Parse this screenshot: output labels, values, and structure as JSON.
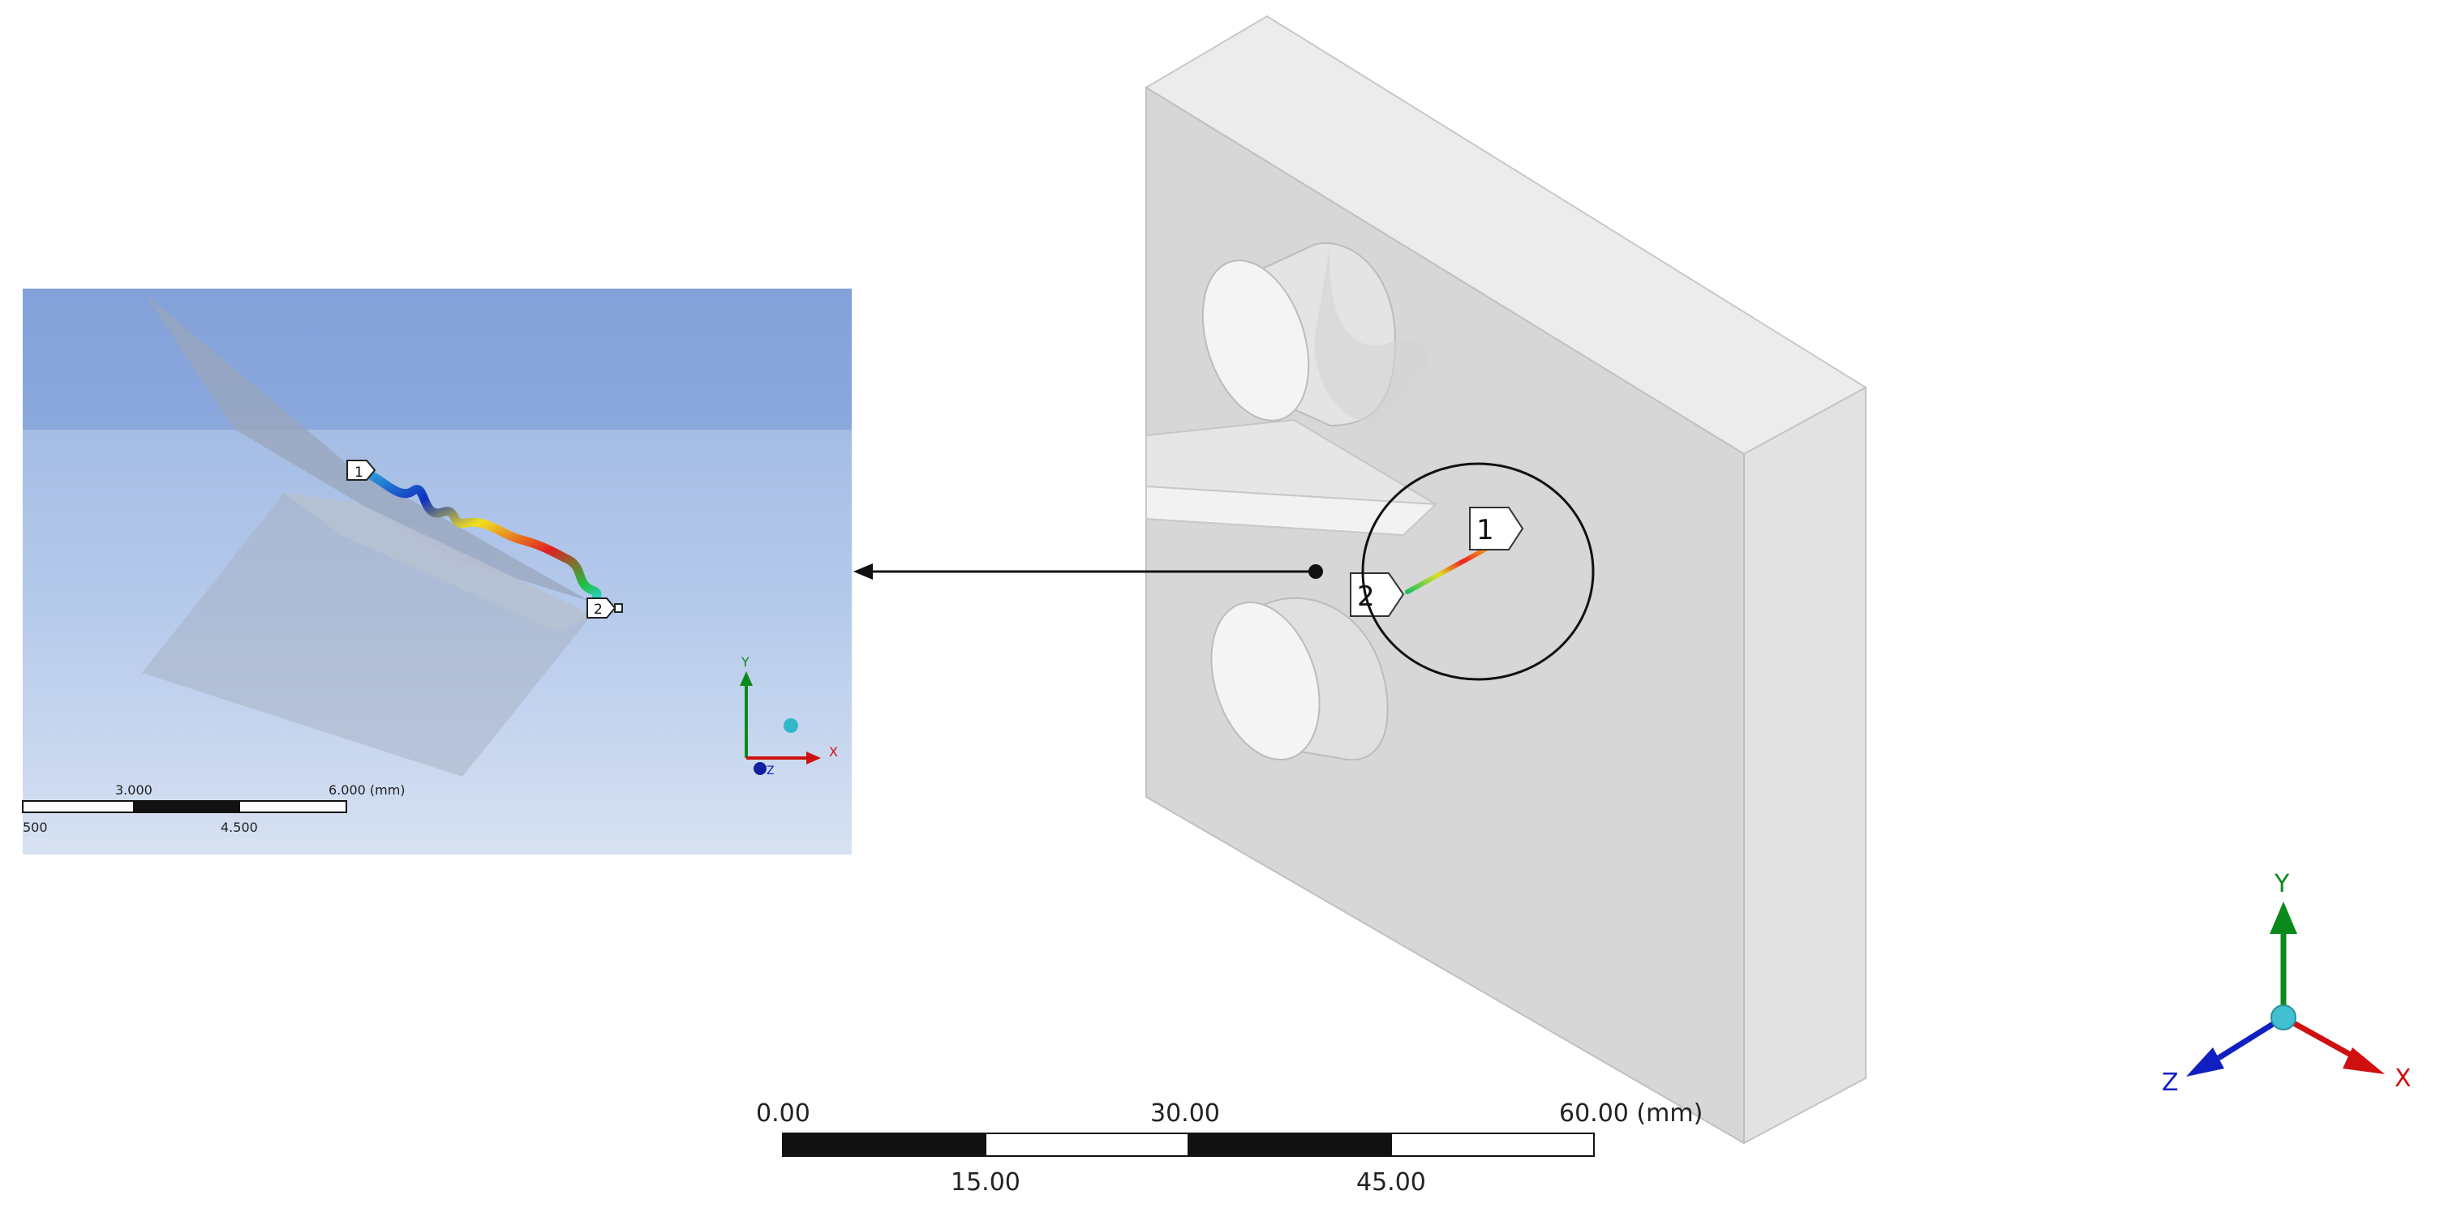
{
  "inset": {
    "markers": {
      "start": "1",
      "end": "2"
    },
    "scale_bar": {
      "top_labels": [
        "3.000",
        "6.000 (mm)"
      ],
      "bottom_labels": [
        "500",
        "4.500"
      ]
    },
    "triad": {
      "y": "Y",
      "x": "X",
      "z": "Z"
    }
  },
  "model": {
    "markers": {
      "start": "1",
      "end": "2"
    }
  },
  "scale_bar": {
    "top_labels": [
      "0.00",
      "30.00",
      "60.00 (mm)"
    ],
    "bottom_labels": [
      "15.00",
      "45.00"
    ]
  },
  "triad": {
    "y": "Y",
    "x": "X",
    "z": "Z"
  },
  "colors": {
    "y_axis": "#0a8a1a",
    "x_axis": "#d01010",
    "z_axis": "#1020c0",
    "origin": "#40c0d0",
    "model_face": "#d6d6d6",
    "inset_background": "#8aa8d8"
  }
}
